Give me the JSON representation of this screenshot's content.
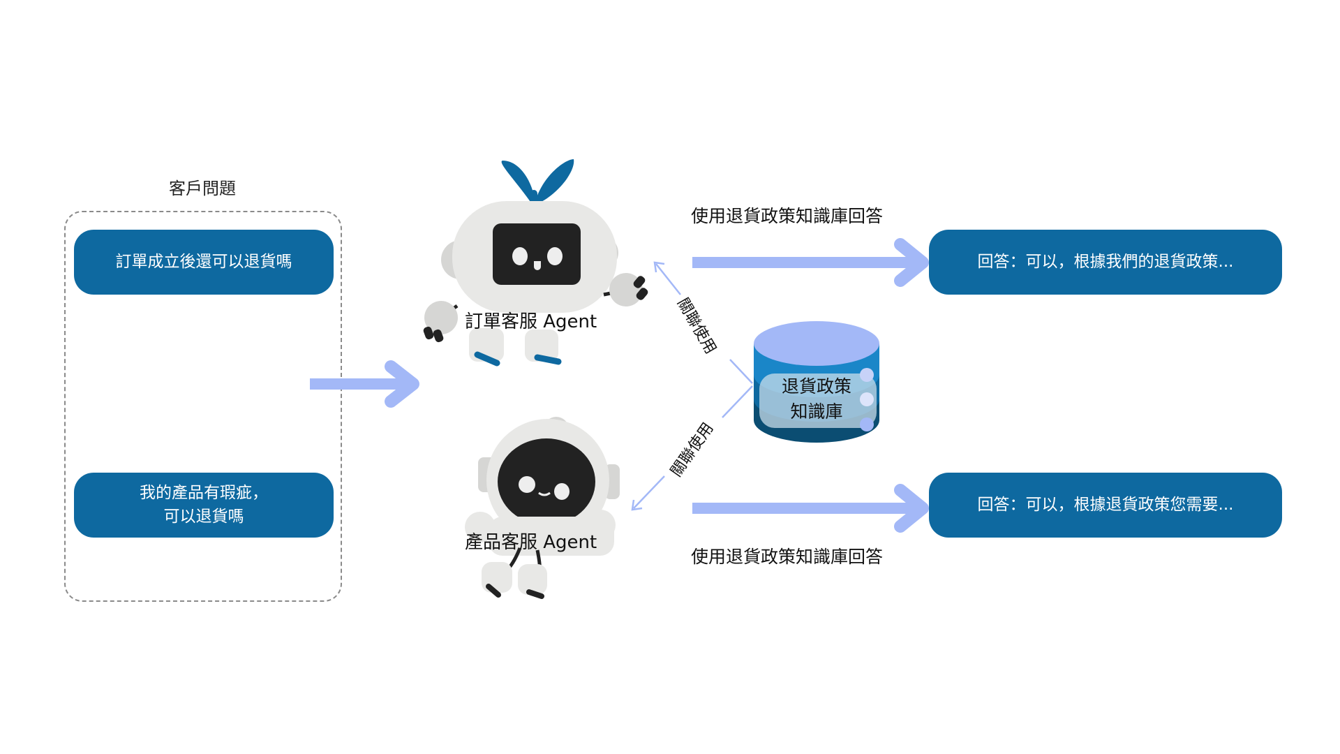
{
  "customer_section": {
    "title": "客戶問題",
    "questions": [
      {
        "text": "訂單成立後還可以退貨嗎"
      },
      {
        "text_line1": "我的產品有瑕疵，",
        "text_line2": "可以退貨嗎"
      }
    ]
  },
  "agents": [
    {
      "label": "訂單客服  Agent",
      "icon": "robot-with-sprout-icon"
    },
    {
      "label": "產品客服  Agent",
      "icon": "round-robot-icon"
    }
  ],
  "knowledge_base": {
    "line1": "退貨政策",
    "line2": "知識庫",
    "icon": "database-cylinder-icon"
  },
  "relations": {
    "top_label": "關聯使用",
    "bottom_label": "關聯使用"
  },
  "flows": [
    {
      "label": "使用退貨政策知識庫回答",
      "answer": "回答：可以，根據我們的退貨政策..."
    },
    {
      "label": "使用退貨政策知識庫回答",
      "answer": "回答：可以，根據退貨政策您需要..."
    }
  ],
  "colors": {
    "bubble": "#0e69a0",
    "arrow": "#a3b8f7",
    "db_top": "#a3b8f7",
    "db_mid": "#1a86c8",
    "db_dark": "#0b4d72"
  }
}
